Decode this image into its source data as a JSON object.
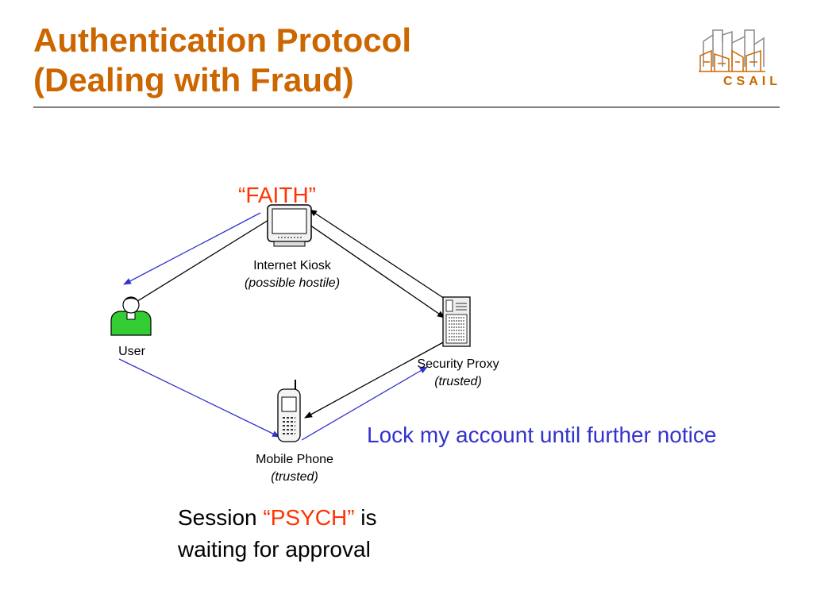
{
  "slide": {
    "title_line1": "Authentication Protocol",
    "title_line2": "(Dealing with Fraud)",
    "logo_text": "CSAIL"
  },
  "diagram": {
    "faith_label": "“FAITH”",
    "kiosk": {
      "name": "Internet Kiosk",
      "note": "(possible hostile)"
    },
    "user": {
      "name": "User"
    },
    "proxy": {
      "name": "Security Proxy",
      "note": "(trusted)"
    },
    "phone": {
      "name": "Mobile Phone",
      "note": "(trusted)"
    },
    "lock_message": "Lock my account until further notice",
    "session": {
      "prefix": "Session ",
      "code": "“PSYCH”",
      "suffix": " is",
      "line2": "waiting for approval"
    }
  },
  "colors": {
    "title": "#cc6600",
    "highlight": "#ff3300",
    "blue_arrow": "#3333cc",
    "black_arrow": "#000000",
    "user_body": "#33cc33"
  }
}
